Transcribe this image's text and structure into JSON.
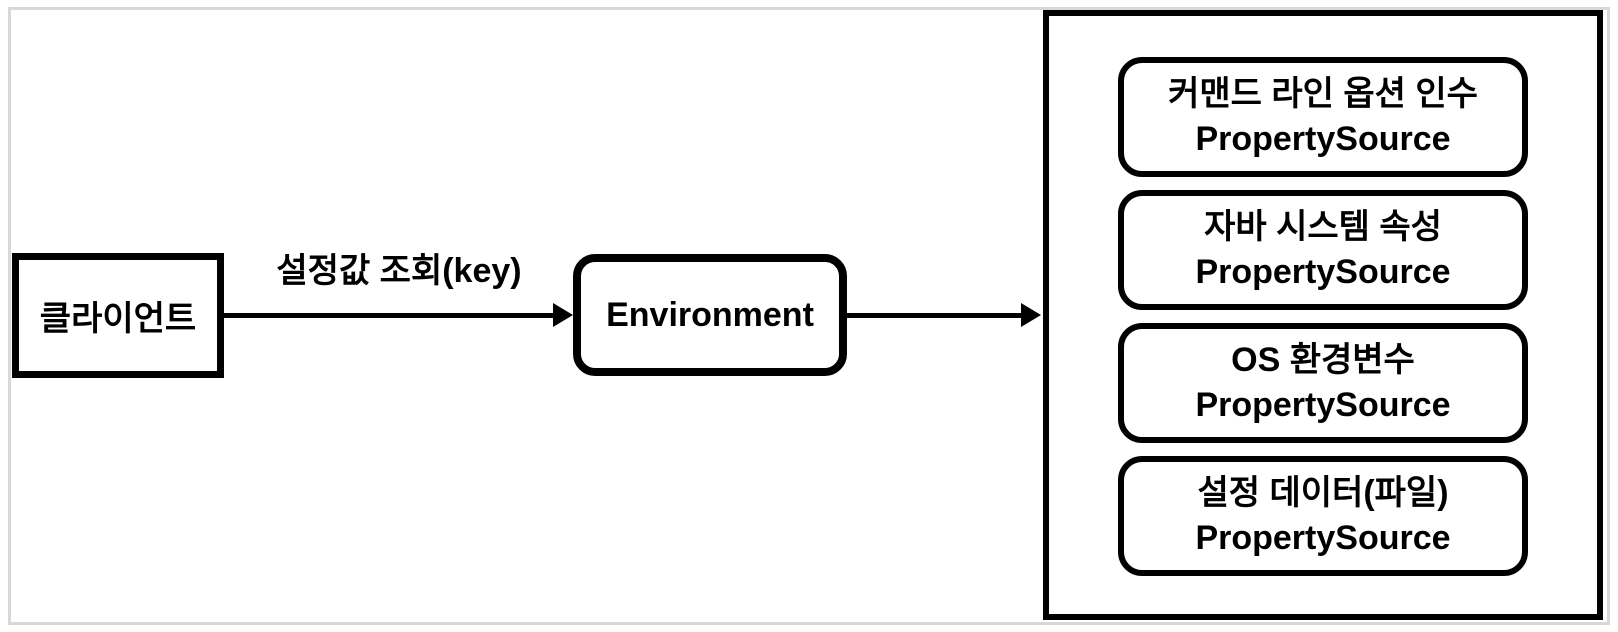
{
  "diagram": {
    "client": {
      "label": "클라이언트"
    },
    "request_arrow": {
      "label": "설정값 조회(key)"
    },
    "environment": {
      "label": "Environment"
    },
    "property_sources": [
      {
        "line1": "커맨드 라인 옵션 인수",
        "line2": "PropertySource"
      },
      {
        "line1": "자바 시스템 속성",
        "line2": "PropertySource"
      },
      {
        "line1": "OS 환경변수",
        "line2": "PropertySource"
      },
      {
        "line1": "설정 데이터(파일)",
        "line2": "PropertySource"
      }
    ],
    "colors": {
      "stroke": "#000000",
      "background": "#ffffff",
      "page_border": "#d8d8d8"
    }
  }
}
